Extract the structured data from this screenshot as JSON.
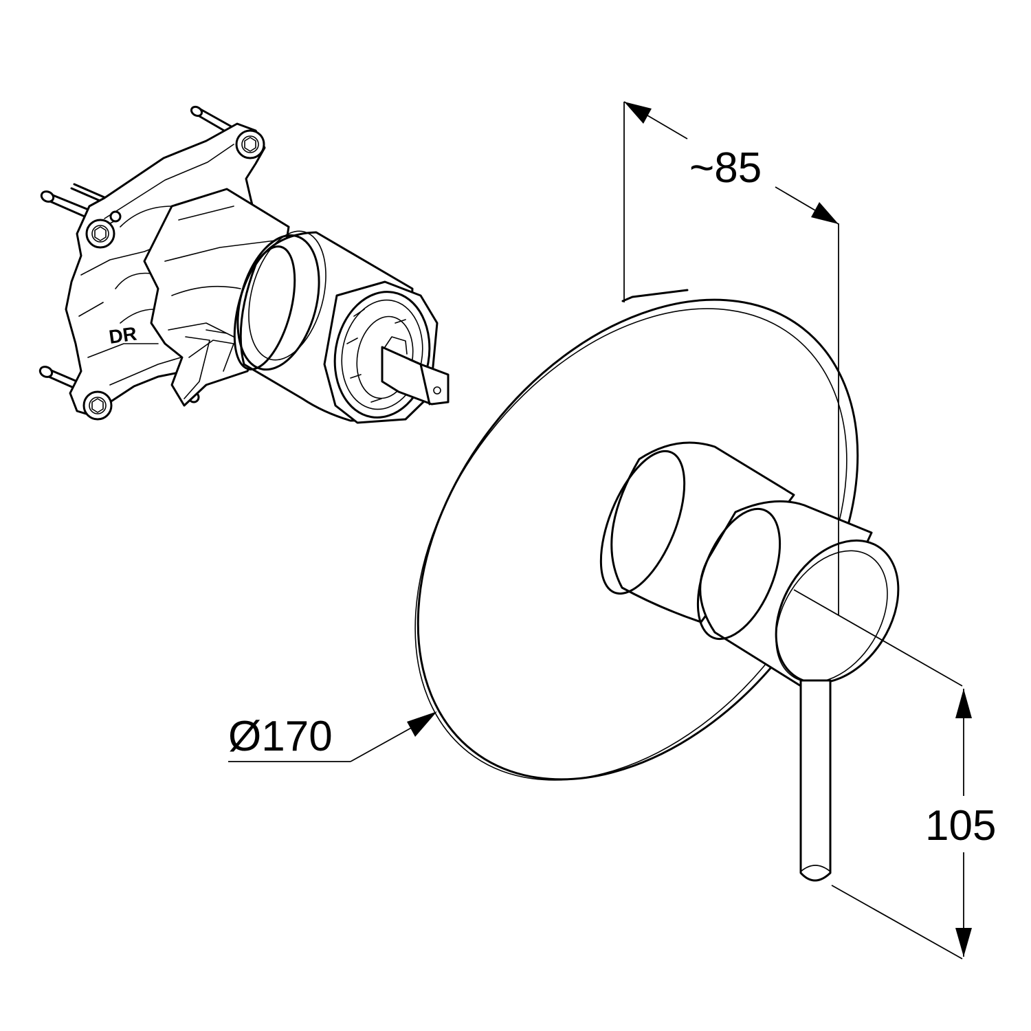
{
  "dimensions": {
    "depth": "~85",
    "diameter": "Ø170",
    "height": "105"
  },
  "logo_text": "DR"
}
